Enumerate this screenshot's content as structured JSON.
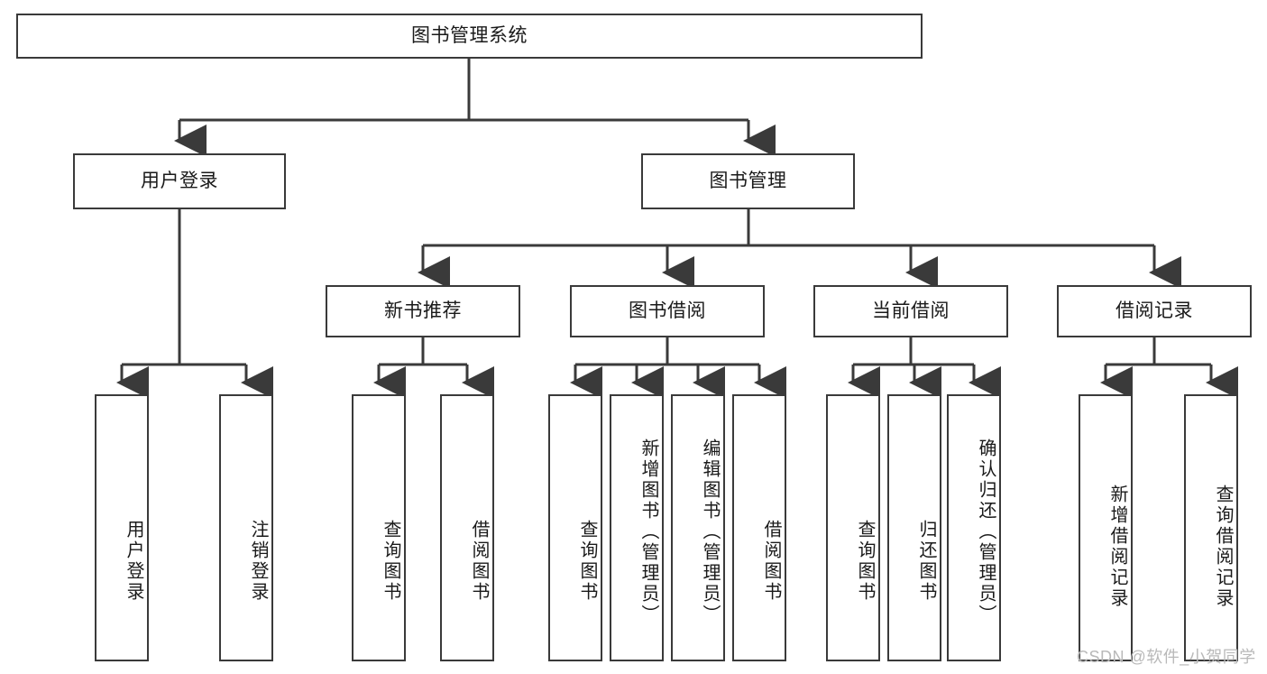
{
  "diagram": {
    "title": "图书管理系统",
    "type": "tree-hierarchy",
    "watermark": "CSDN @软件_小贺同学",
    "colors": {
      "background": "#ffffff",
      "node_border": "#3a3a3a",
      "node_fill": "#ffffff",
      "edge": "#3a3a3a",
      "text": "#1a1a1a",
      "watermark": "#b9b9b9"
    },
    "levels": {
      "root": {
        "label": "图书管理系统"
      },
      "level2": [
        {
          "id": "user-login",
          "label": "用户登录"
        },
        {
          "id": "book-manage",
          "label": "图书管理"
        }
      ],
      "level3": [
        {
          "id": "new-book-rec",
          "label": "新书推荐"
        },
        {
          "id": "book-borrow",
          "label": "图书借阅"
        },
        {
          "id": "current-borrow",
          "label": "当前借阅"
        },
        {
          "id": "borrow-record",
          "label": "借阅记录"
        }
      ],
      "leaves": {
        "user-login": [
          {
            "id": "leaf-user-login",
            "label": "用户登录"
          },
          {
            "id": "leaf-logout-login",
            "label": "注销登录"
          }
        ],
        "new-book-rec": [
          {
            "id": "leaf-query-book-1",
            "label": "查询图书"
          },
          {
            "id": "leaf-borrow-book-1",
            "label": "借阅图书"
          }
        ],
        "book-borrow": [
          {
            "id": "leaf-query-book-2",
            "label": "查询图书"
          },
          {
            "id": "leaf-add-book",
            "label": "新增图书（管理员）"
          },
          {
            "id": "leaf-edit-book",
            "label": "编辑图书（管理员）"
          },
          {
            "id": "leaf-borrow-book-2",
            "label": "借阅图书"
          }
        ],
        "current-borrow": [
          {
            "id": "leaf-query-book-3",
            "label": "查询图书"
          },
          {
            "id": "leaf-return-book",
            "label": "归还图书"
          },
          {
            "id": "leaf-confirm-return",
            "label": "确认归还（管理员）"
          }
        ],
        "borrow-record": [
          {
            "id": "leaf-add-record",
            "label": "新增借阅记录"
          },
          {
            "id": "leaf-query-record",
            "label": "查询借阅记录"
          }
        ]
      }
    }
  }
}
